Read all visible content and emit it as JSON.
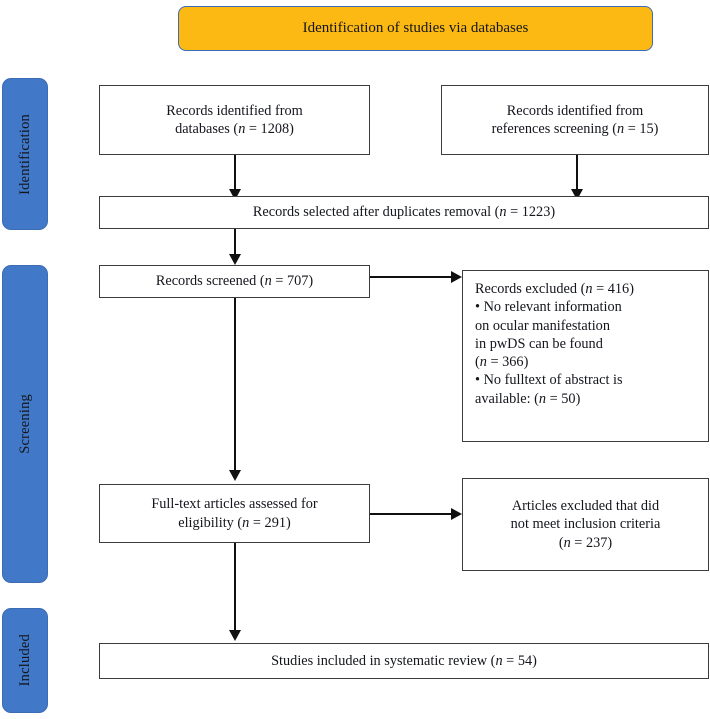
{
  "banner": {
    "label": "Identification of studies via databases",
    "color": "#fdb913"
  },
  "stages": {
    "color": "#4178c8",
    "items": [
      {
        "label": "Identification"
      },
      {
        "label": "Screening"
      },
      {
        "label": "Included"
      }
    ]
  },
  "boxes": {
    "records_databases": "Records identified from\ndatabases (n = 1208)",
    "records_references": "Records identified from\nreferences screening (n = 15)",
    "records_deduplicated": "Records selected after duplicates removal (n = 1223)",
    "records_screened": "Records screened (n = 707)",
    "records_excluded": "Records excluded (n = 416)\n• No relevant information\non ocular manifestation\nin pwDS can be found\n(n = 366)\n• No fulltext of abstract is\navailable: (n = 50)",
    "fulltext_assessed": "Full-text articles assessed for\neligibility (n = 291)",
    "articles_excluded": "Articles excluded that did\nnot meet inclusion criteria\n(n = 237)",
    "studies_included": "Studies included in systematic review (n = 54)"
  },
  "counts": {
    "databases": 1208,
    "references_screening": 15,
    "after_duplicates_removal": 1223,
    "screened": 707,
    "excluded_total": 416,
    "excluded_no_relevant_info": 366,
    "excluded_no_fulltext": 50,
    "fulltext_assessed": 291,
    "articles_excluded": 237,
    "included": 54
  }
}
